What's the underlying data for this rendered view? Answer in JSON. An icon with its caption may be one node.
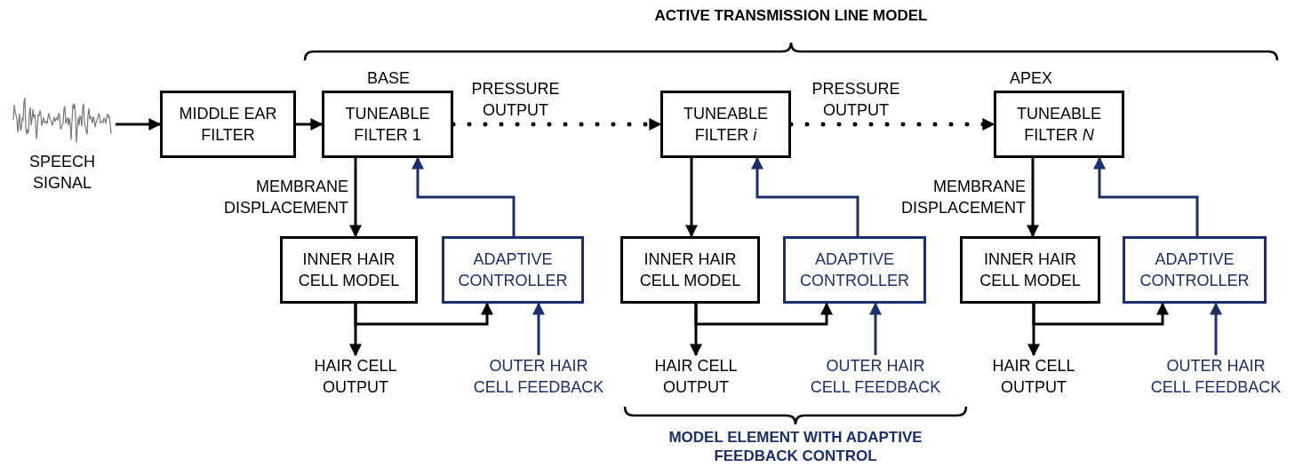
{
  "diagram": {
    "nodes": [
      {
        "text": [
          "SPEECH SIGNAL"
        ]
      },
      {
        "text": [
          "MIDDLE EAR FILTER"
        ]
      },
      {
        "text": [
          "TUNEABLE FILTER 1"
        ],
        "beside": [
          "BASE"
        ]
      },
      {
        "text": [
          "TUNEABLE FILTER *i*"
        ]
      },
      {
        "text": [
          "TUNEABLE FILTER *N*"
        ],
        "beside": [
          "APEX"
        ]
      },
      {
        "text": [
          "INNER HAIR CELL MODEL"
        ]
      },
      {
        "text": [
          "ADAPTIVE CONTROLLER"
        ]
      },
      {
        "text": [
          "INNER HAIR CELL MODEL"
        ]
      },
      {
        "text": [
          "ADAPTIVE CONTROLLER"
        ]
      },
      {
        "text": [
          "INNER HAIR CELL MODEL"
        ]
      },
      {
        "text": [
          "ADAPTIVE CONTROLLER"
        ]
      },
      {
        "text": [
          "HAIR CELL OUTPUT"
        ]
      },
      {
        "text": [
          "OUTER HAIR CELL FEEDBACK"
        ]
      },
      {
        "text": [
          "HAIR CELL OUTPUT"
        ]
      },
      {
        "text": [
          "OUTER HAIR CELL FEEDBACK"
        ]
      },
      {
        "text": [
          "HAIR CELL OUTPUT"
        ]
      },
      {
        "text": [
          "OUTER HAIR CELL FEEDBACK"
        ]
      }
    ],
    "edges": [
      {
        "from": 0,
        "to": 1,
        "arrow": "to"
      },
      {
        "from": 1,
        "to": 2,
        "arrow": "to"
      },
      {
        "from": 2,
        "to": 3,
        "arrow": "to",
        "label": "PRESSURE OUTPUT",
        "style": "dashed"
      },
      {
        "from": 3,
        "to": 4,
        "arrow": "to",
        "label": "PRESSURE OUTPUT",
        "style": "dashed"
      },
      {
        "from": 2,
        "to": 5,
        "arrow": "to",
        "label": "MEMBRANE DISPLACEMENT"
      },
      {
        "from": 3,
        "to": 7,
        "arrow": "to"
      },
      {
        "from": 4,
        "to": 9,
        "arrow": "to",
        "label": "MEMBRANE DISPLACEMENT"
      },
      {
        "from": 5,
        "to": 11,
        "arrow": "to"
      },
      {
        "from": 5,
        "to": 6,
        "arrow": "to"
      },
      {
        "from": 12,
        "to": 6,
        "arrow": "to",
        "color": "#1b2f6e"
      },
      {
        "from": 6,
        "to": 2,
        "arrow": "to",
        "color": "#1b2f6e"
      },
      {
        "from": 7,
        "to": 13,
        "arrow": "to"
      },
      {
        "from": 7,
        "to": 8,
        "arrow": "to"
      },
      {
        "from": 14,
        "to": 8,
        "arrow": "to",
        "color": "#1b2f6e"
      },
      {
        "from": 8,
        "to": 3,
        "arrow": "to",
        "color": "#1b2f6e"
      },
      {
        "from": 9,
        "to": 15,
        "arrow": "to"
      },
      {
        "from": 9,
        "to": 10,
        "arrow": "to"
      },
      {
        "from": 16,
        "to": 10,
        "arrow": "to",
        "color": "#1b2f6e"
      },
      {
        "from": 10,
        "to": 4,
        "arrow": "to",
        "color": "#1b2f6e"
      }
    ],
    "labels": [
      "ACTIVE TRANSMISSION LINE MODEL",
      "MODEL ELEMENT WITH ADAPTIVE FEEDBACK CONTROL"
    ]
  }
}
